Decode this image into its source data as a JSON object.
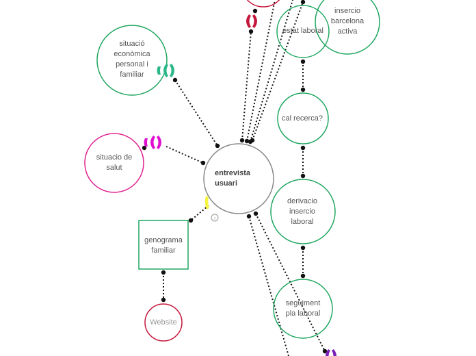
{
  "nodes": {
    "situacio_economica": {
      "label": "situació\neconòmica\npersonal i\nfamiliar",
      "color": "#1fa760"
    },
    "situacio_salut": {
      "label": "situacio de\nsalut",
      "color": "#e0208f"
    },
    "entrevista": {
      "label": "entrevista\nusuari",
      "color": "#888888"
    },
    "genograma": {
      "label": "genograma\nfamiliar",
      "color": "#1fa760"
    },
    "website": {
      "label": "Website",
      "color": "#c4173b"
    },
    "estat_laboral": {
      "label": "estat laboral",
      "color": "#1fa760"
    },
    "insercio_barcelona": {
      "label": "insercio\nbarcelona\nactiva",
      "color": "#1fa760"
    },
    "cal_recerca": {
      "label": "cal recerca?",
      "color": "#1fa760"
    },
    "derivacio": {
      "label": "derivacio\ninsercio\nlaboral",
      "color": "#1fa760"
    },
    "seguiment": {
      "label": "seguiment\npla laboral",
      "color": "#1fa760"
    },
    "top_partial": {
      "label": "",
      "color": "#c4173b"
    }
  },
  "badges": {
    "green": "#2db88b",
    "magenta": "#e010d0",
    "red": "#c4173b",
    "yellow": "#f5f542",
    "purple": "#7a1fb8"
  },
  "info_glyph": "i"
}
